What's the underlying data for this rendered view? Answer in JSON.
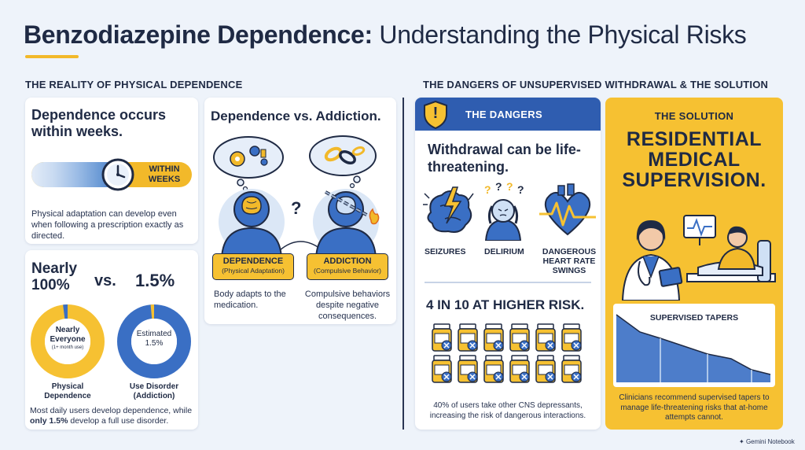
{
  "title": {
    "main": "Benzodiazepine Dependence:",
    "sub": " Understanding the Physical Risks"
  },
  "left_section": {
    "heading": "THE REALITY OF PHYSICAL DEPENDENCE",
    "onset_card": {
      "title": "Dependence occurs within weeks.",
      "badge_line1": "WITHIN",
      "badge_line2": "WEEKS",
      "description": "Physical adaptation can develop even when following a prescription exactly as directed."
    },
    "compare_card": {
      "left_line1": "Nearly",
      "left_line2": "100%",
      "vs": "vs.",
      "right": "1.5%",
      "ring1_line1": "Nearly",
      "ring1_line2": "Everyone",
      "ring1_note": "(1+ month use)",
      "ring1_label_line1": "Physical",
      "ring1_label_line2": "Dependence",
      "ring2_line1": "Estimated",
      "ring2_line2": "1.5%",
      "ring2_label_line1": "Use Disorder",
      "ring2_label_line2": "(Addiction)",
      "footer_part1": "Most daily users develop dependence, while ",
      "footer_bold": "only 1.5%",
      "footer_part2": " develop a full use disorder.",
      "ring1_fill_fraction": 0.98,
      "ring2_fill_fraction": 0.985
    },
    "dva_card": {
      "title": "Dependence vs. Addiction.",
      "question": "?",
      "dep_label": "DEPENDENCE",
      "dep_sub": "(Physical Adaptation)",
      "add_label": "ADDICTION",
      "add_sub": "(Compulsive Behavior)",
      "dep_desc": "Body adapts to the medication.",
      "add_desc": "Compulsive behaviors despite negative consequences."
    }
  },
  "right_section": {
    "heading": "THE DANGERS OF UNSUPERVISED WITHDRAWAL & THE SOLUTION",
    "dangers": {
      "header": "THE DANGERS",
      "warning_glyph": "!",
      "headline": "Withdrawal can be life-threatening.",
      "items": [
        {
          "line1": "SEIZURES",
          "line2": ""
        },
        {
          "line1": "DELIRIUM",
          "line2": ""
        },
        {
          "line1": "DANGEROUS",
          "line2": "HEART RATE",
          "line3": "SWINGS"
        }
      ],
      "risk_headline": "4 IN 10 AT HIGHER RISK.",
      "bottle_total": 12,
      "footnote": "40% of users take other CNS depressants, increasing the risk of dangerous interactions."
    },
    "solution": {
      "header": "THE SOLUTION",
      "line1": "RESIDENTIAL",
      "line2": "MEDICAL",
      "line3": "SUPERVISION.",
      "taper_label": "SUPERVISED TAPERS",
      "footnote": "Clinicians recommend supervised tapers to manage life-threatening risks that at-home attempts cannot."
    }
  },
  "watermark": "Gemini Notebook",
  "colors": {
    "navy": "#1f2a44",
    "blue": "#3a6fc4",
    "yellow": "#f6c132",
    "light_blue": "#cfe0f5"
  }
}
